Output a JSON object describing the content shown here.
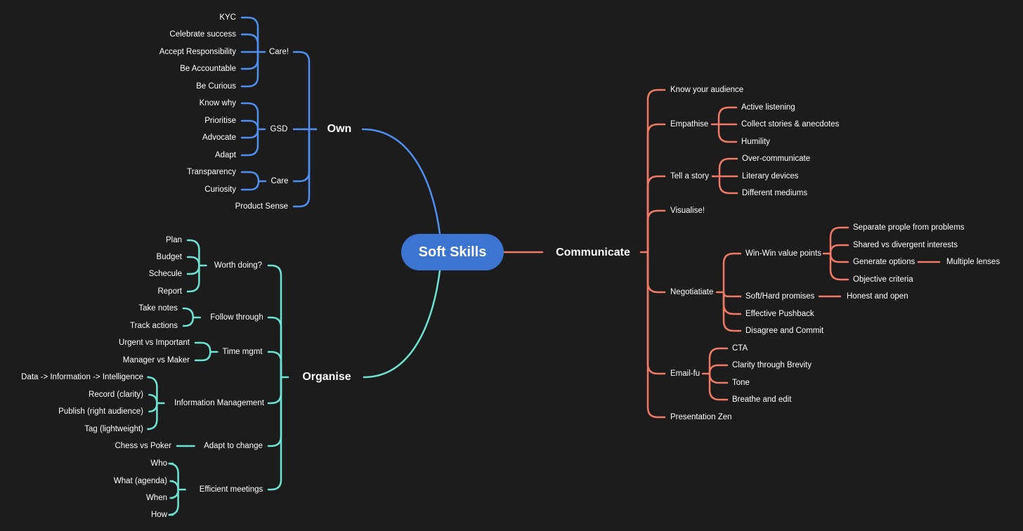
{
  "colors": {
    "background": "#1c1c1c",
    "root": "#3b74d1",
    "own": "#4f8ff0",
    "organise": "#6fe3d2",
    "communicate": "#f07a67",
    "text": "#ffffff"
  },
  "root": "Soft Skills",
  "own": {
    "label": "Own",
    "care_excl": {
      "label": "Care!",
      "items": [
        "KYC",
        "Celebrate success",
        "Accept Responsibility",
        "Be Accountable",
        "Be Curious"
      ]
    },
    "gsd": {
      "label": "GSD",
      "items": [
        "Know why",
        "Prioritise",
        "Advocate",
        "Adapt"
      ]
    },
    "care": {
      "label": "Care",
      "items": [
        "Transparency",
        "Curiosity"
      ]
    },
    "product_sense": "Product Sense"
  },
  "organise": {
    "label": "Organise",
    "worth": {
      "label": "Worth doing?",
      "items": [
        "Plan",
        "Budget",
        "Schecule",
        "Report"
      ]
    },
    "follow": {
      "label": "Follow through",
      "items": [
        "Take notes",
        "Track actions"
      ]
    },
    "time": {
      "label": "Time mgmt",
      "items": [
        "Urgent vs Important",
        "Manager vs Maker"
      ]
    },
    "info": {
      "label": "Information Management",
      "items": [
        "Data -> Information -> Intelligence",
        "Record (clarity)",
        "Publish (right audience)",
        "Tag (lightweight)"
      ]
    },
    "adapt": {
      "label": "Adapt to change",
      "items": [
        "Chess vs Poker"
      ]
    },
    "meetings": {
      "label": "Efficient meetings",
      "items": [
        "Who",
        "What (agenda)",
        "When",
        "How"
      ]
    }
  },
  "communicate": {
    "label": "Communicate",
    "know": "Know your audience",
    "empathise": {
      "label": "Empathise",
      "items": [
        "Active listening",
        "Collect stories & anecdotes",
        "Humility"
      ]
    },
    "story": {
      "label": "Tell a story",
      "items": [
        "Over-communicate",
        "Literary devices",
        "Different mediums"
      ]
    },
    "visualise": "Visualise!",
    "negotiate": {
      "label": "Negotiatiate",
      "winwin": {
        "label": "Win-Win value points",
        "items": [
          "Separate prople from problems",
          "Shared vs divergent interests",
          "Generate options",
          "Objective criteria"
        ],
        "extra": "Multiple lenses"
      },
      "softhard": {
        "label": "Soft/Hard promises",
        "extra": "Honest and open"
      },
      "pushback": "Effective Pushback",
      "disagree": "Disagree and Commit"
    },
    "email": {
      "label": "Email-fu",
      "items": [
        "CTA",
        "Clarity through Brevity",
        "Tone",
        "Breathe and edit"
      ]
    },
    "zen": "Presentation Zen"
  }
}
